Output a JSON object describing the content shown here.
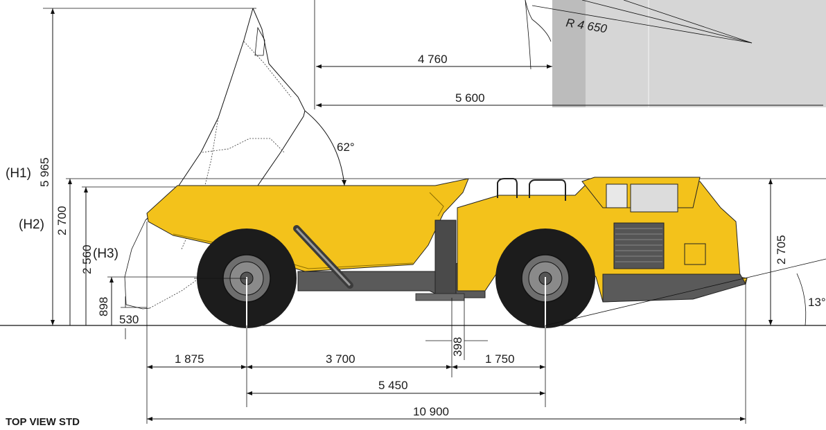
{
  "dimensions": {
    "turn_inner": "4 760",
    "turn_outer": "5 600",
    "turn_radius": "R 4 650",
    "dump_angle": "62°",
    "h1_label": "(H1)",
    "h1_value": "5 965",
    "h2_label": "(H2)",
    "h2_value": "2 700",
    "h3_label": "(H3)",
    "h3_value": "2 560",
    "low_height": "898",
    "bottom_clear": "530",
    "cab_height": "2 705",
    "depart_angle": "13°",
    "ground_clear": "398",
    "rear_overhang": "1 875",
    "rear_to_hinge": "3 700",
    "hinge_to_front": "1 750",
    "wheelbase": "5 450",
    "overall_length": "10 900"
  },
  "section_title": "TOP VIEW STD",
  "colors": {
    "body_yellow": "#f3c21b",
    "body_shadow": "#d9a50f",
    "tire": "#1c1c1c",
    "rim": "#6e6e6e",
    "chassis": "#5a5a5a",
    "wall_dark": "#bcbcbc",
    "wall_light": "#d6d6d6"
  }
}
